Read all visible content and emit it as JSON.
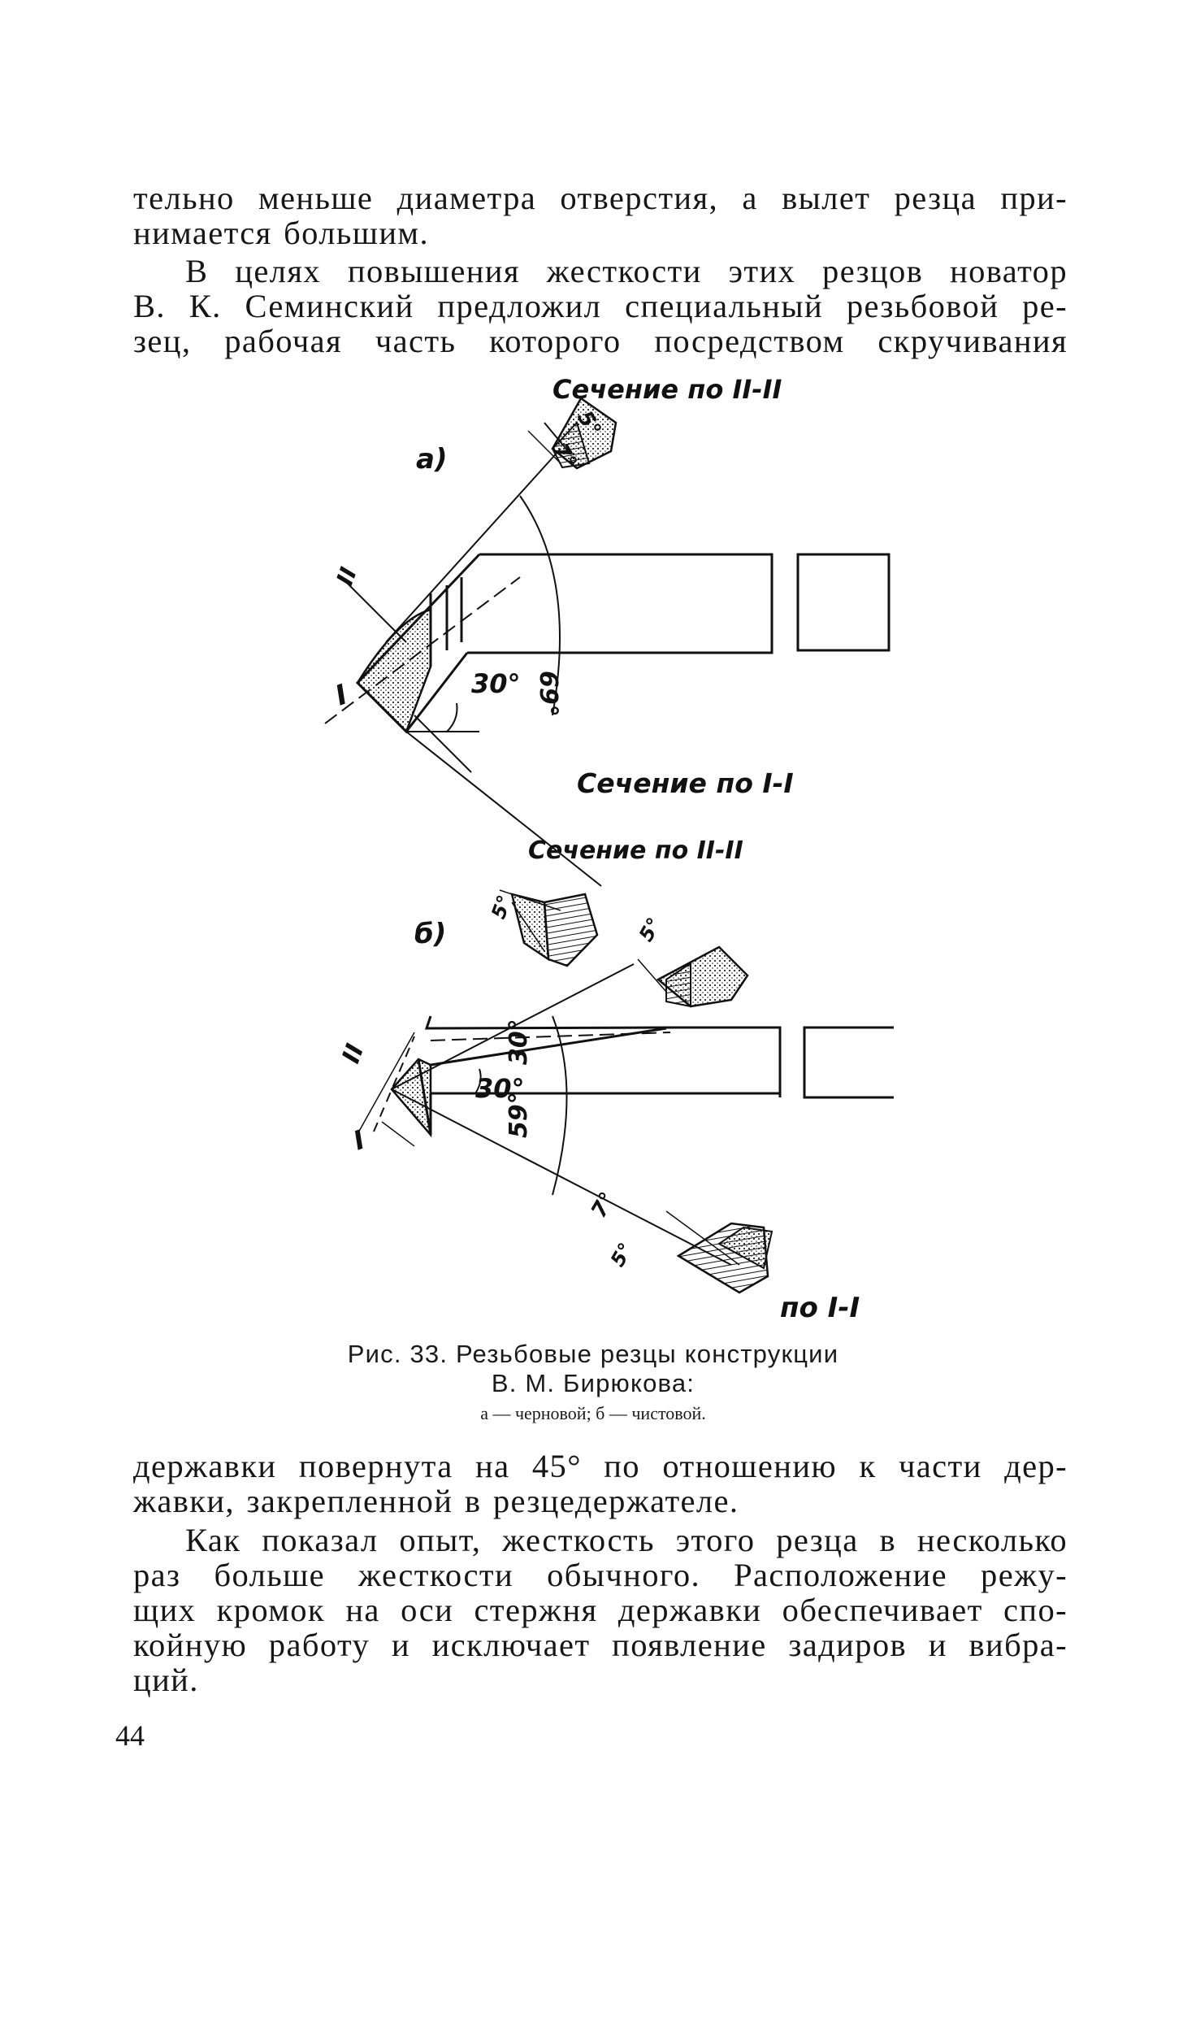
{
  "text_top": {
    "p1": [
      "тельно меньше диаметра отверстия, а вылет резца при-",
      "нимается большим."
    ],
    "p2": [
      "В целях повышения жесткости этих резцов новатор",
      "В. К. Семинский предложил специальный резьбовой ре-",
      "зец, рабочая часть которого посредством скручивания"
    ]
  },
  "figure": {
    "a": {
      "label": "а)",
      "section_II": "Сечение по II-II",
      "section_I": "Сечение по I-I",
      "angle_30": "30°",
      "angle_69": "69°",
      "angle_5a": "5°",
      "angle_7a": "7°",
      "angle_5b": "5°",
      "mark_I": "I",
      "mark_II": "II"
    },
    "b": {
      "label": "б)",
      "section_II": "Сечение по II-II",
      "section_I": "по I-I",
      "angle_30a": "30°",
      "angle_30b": "30°",
      "angle_59": "59°",
      "angle_5a": "5°",
      "angle_7": "7°",
      "angle_5b": "5°",
      "mark_I": "I",
      "mark_II": "II"
    }
  },
  "caption": {
    "line1": "Рис. 33. Резьбовые резцы конструкции",
    "line2": "В. М. Бирюкова:",
    "line3": "а — черновой; б — чистовой."
  },
  "text_bottom": {
    "p1": [
      "державки повернута на 45° по отношению к части дер-",
      "жавки, закрепленной в резцедержателе."
    ],
    "p2": [
      "Как показал опыт, жесткость этого резца в несколько",
      "раз больше жесткости обычного. Расположение режу-",
      "щих кромок на оси стержня державки обеспечивает спо-",
      "койную работу и исключает появление задиров и вибра-",
      "ций."
    ]
  },
  "page_number": "44"
}
